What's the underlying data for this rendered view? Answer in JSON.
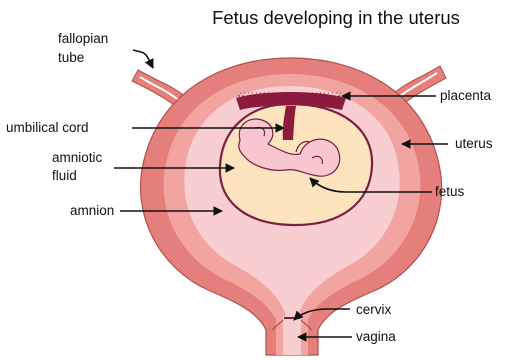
{
  "title": "Fetus developing in the uterus",
  "labels": {
    "fallopian_line1": "fallopian",
    "fallopian_line2": "tube",
    "umbilical_cord": "umbilical cord",
    "amniotic_line1": "amniotic",
    "amniotic_line2": "fluid",
    "amnion": "amnion",
    "placenta": "placenta",
    "uterus": "uterus",
    "fetus": "fetus",
    "cervix": "cervix",
    "vagina": "vagina"
  },
  "colors": {
    "uterus_wall_outer": "#e47f7b",
    "uterus_wall_mid": "#f2a5a0",
    "uterine_cavity": "#f8ced0",
    "amniotic_fluid": "#fde3be",
    "placenta": "#8e1b3d",
    "fetus": "#f7c6cf",
    "amnion_membrane": "#7a1f44",
    "text": "#111111"
  }
}
